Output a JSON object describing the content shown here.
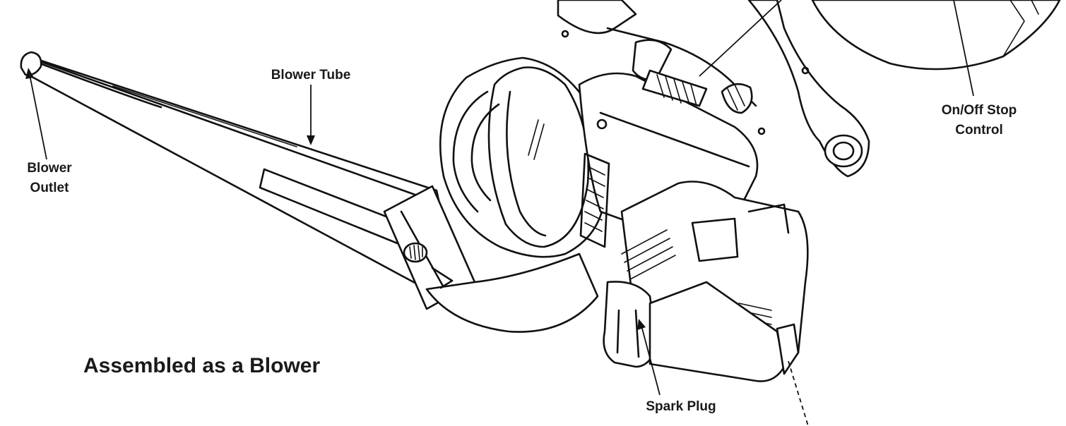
{
  "diagram": {
    "caption": "Assembled as a Blower",
    "callouts": {
      "blower_tube": "Blower Tube",
      "blower_outlet_line1": "Blower",
      "blower_outlet_line2": "Outlet",
      "on_off_line1": "On/Off Stop",
      "on_off_line2": "Control",
      "spark_plug": "Spark Plug"
    }
  }
}
